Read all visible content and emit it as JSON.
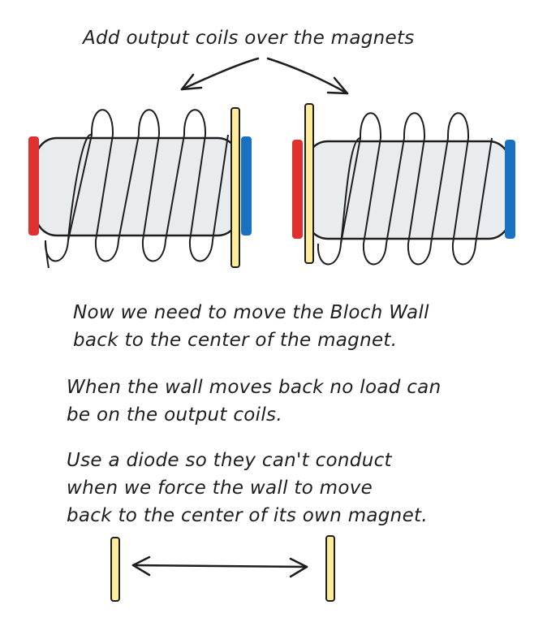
{
  "title": "Add output coils over the magnets",
  "paragraphs": [
    [
      "Now we need to move the Bloch Wall",
      "back to the center of the magnet."
    ],
    [
      "When the wall moves back no load can",
      "be on the output coils."
    ],
    [
      "Use a diode so they can't conduct",
      "when we force the wall to move",
      "back to the center of its own magnet."
    ]
  ],
  "colors": {
    "north_pole": "#e03131",
    "south_pole": "#1971c2",
    "magnet_body": "#e9ecef",
    "bloch_wall": "#ffec99",
    "stroke": "#1e1e1e"
  }
}
